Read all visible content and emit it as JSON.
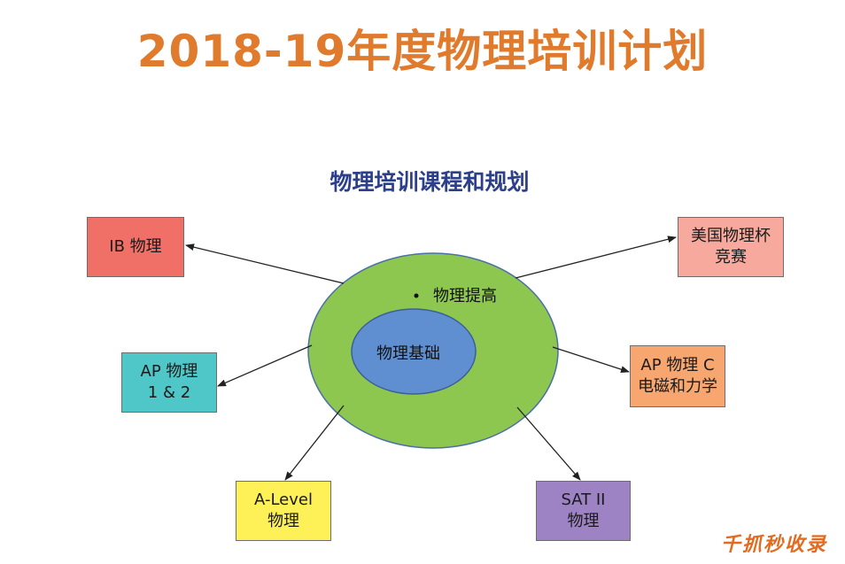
{
  "title": "2018-19年度物理培训计划",
  "diagram": {
    "heading": "物理培训课程和规划",
    "outer_label": "物理提高",
    "inner_label": "物理基础",
    "boxes": {
      "ib": {
        "line1": "IB 物理",
        "line2": "",
        "color": "#f07067"
      },
      "ap12": {
        "line1": "AP 物理",
        "line2": "1 & 2",
        "color": "#4fc6c7"
      },
      "alevel": {
        "line1": "A-Level",
        "line2": "物理",
        "color": "#fdf157"
      },
      "usapho": {
        "line1": "美国物理杯",
        "line2": "竞赛",
        "color": "#f7a99e"
      },
      "apc": {
        "line1": "AP 物理 C",
        "line2": "电磁和力学",
        "color": "#f6a66e"
      },
      "sat": {
        "line1": "SAT II",
        "line2": "物理",
        "color": "#9d83c4"
      }
    },
    "colors": {
      "outer_ellipse": "#8dc750",
      "inner_ellipse": "#5f8fd0"
    }
  },
  "watermark": "千抓秒收录"
}
